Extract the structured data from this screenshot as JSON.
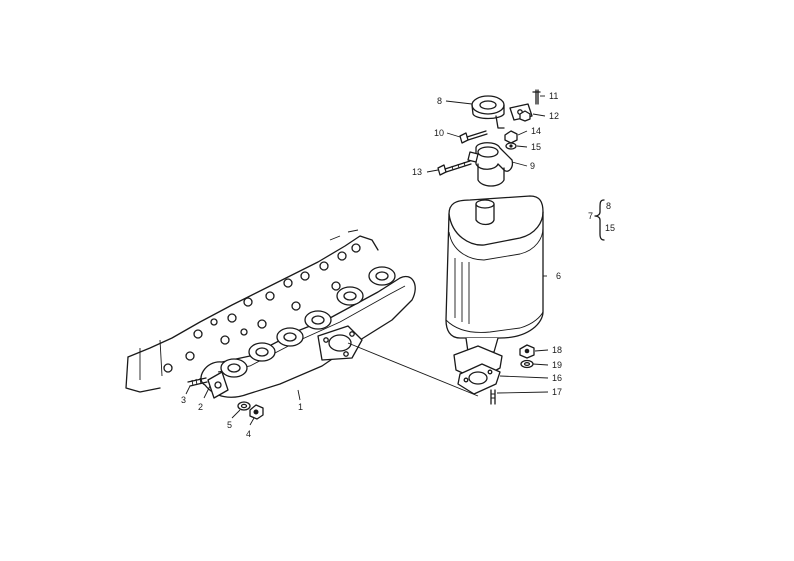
{
  "callouts": {
    "manifold": "1",
    "gasket": "2",
    "stud": "3",
    "nut": "4",
    "washer": "5",
    "muffler": "6",
    "hanger_ring": "8",
    "clamp": "9",
    "bolt_upper": "10",
    "pin": "11",
    "bracket": "12",
    "clamp_bolt": "13",
    "hanger_nut": "14",
    "hanger_washer": "15",
    "flange_gasket": "16",
    "flange_stud": "17",
    "flange_nut": "18",
    "flange_washer": "19"
  },
  "set_group": {
    "label": "7",
    "from": "8",
    "to": "15"
  }
}
